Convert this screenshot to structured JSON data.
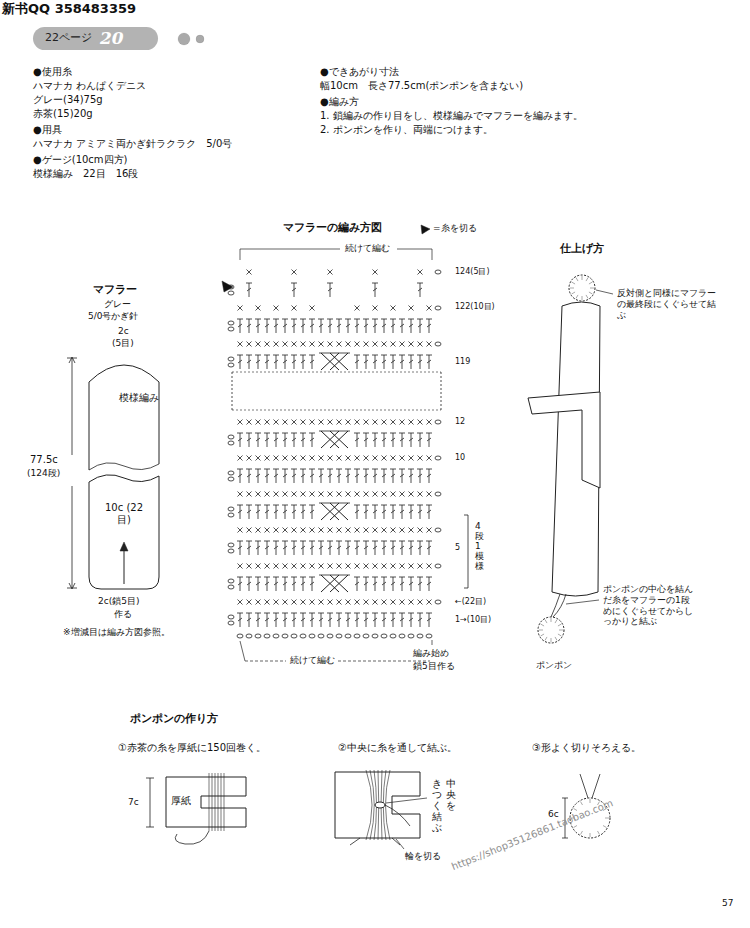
{
  "diagram": {
    "nodes": [
      {
        "text": [
          "22ページ",
          "20"
        ]
      },
      {
        "text": [
          "模様編み",
          "10c (22目)"
        ]
      },
      {
        "text": [
          "厚紙"
        ]
      }
    ],
    "labels": [
      "新书QQ 358483359",
      "●使用糸",
      "ハマナカ わんぱくデニス",
      "グレー(34)75g",
      "赤茶(15)20g",
      "●用具",
      "ハマナカ アミアミ両かぎ針ラクラク　5/0号",
      "●ゲージ(10cm四方)",
      "模様編み　22目　16段",
      "●できあがり寸法",
      "幅10cm　長さ77.5cm(ポンポンを含まない)",
      "●編み方",
      "1. 鎖編みの作り目をし、模様編みでマフラーを編みます。",
      "2. ポンポンを作り、両端につけます。",
      "マフラーの編み方図",
      "=糸を切る",
      "仕上げ方",
      "マフラー",
      "グレー",
      "5/0号かぎ針",
      "2c",
      "(5目)",
      "77.5c",
      "(124段)",
      "2c(鎖5目)",
      "作る",
      "※増減目は編み方図参照。",
      "続けて編む",
      "124(5目)",
      "122(10目)",
      "119",
      "12",
      "10",
      "5",
      "4段1模様",
      "←(22目)",
      "1→(10目)",
      "続けて編む",
      "編み始め",
      "鎖5目作る",
      "反対側と同様にマフラーの最終段にくぐらせて結ぶ",
      "ポンポンの中心を結んだ糸をマフラーの1段めにくぐらせてからしっかりと結ぶ",
      "ポンポン",
      "ポンポンの作り方",
      "①赤茶の糸を厚紙に150回巻く。",
      "②中央に糸を通して結ぶ。",
      "③形よく切りそろえる。",
      "7c",
      "中央を",
      "きつく結ぶ",
      "輪を切る",
      "6c",
      "https://shop35126861.taobao.com",
      "57"
    ]
  }
}
